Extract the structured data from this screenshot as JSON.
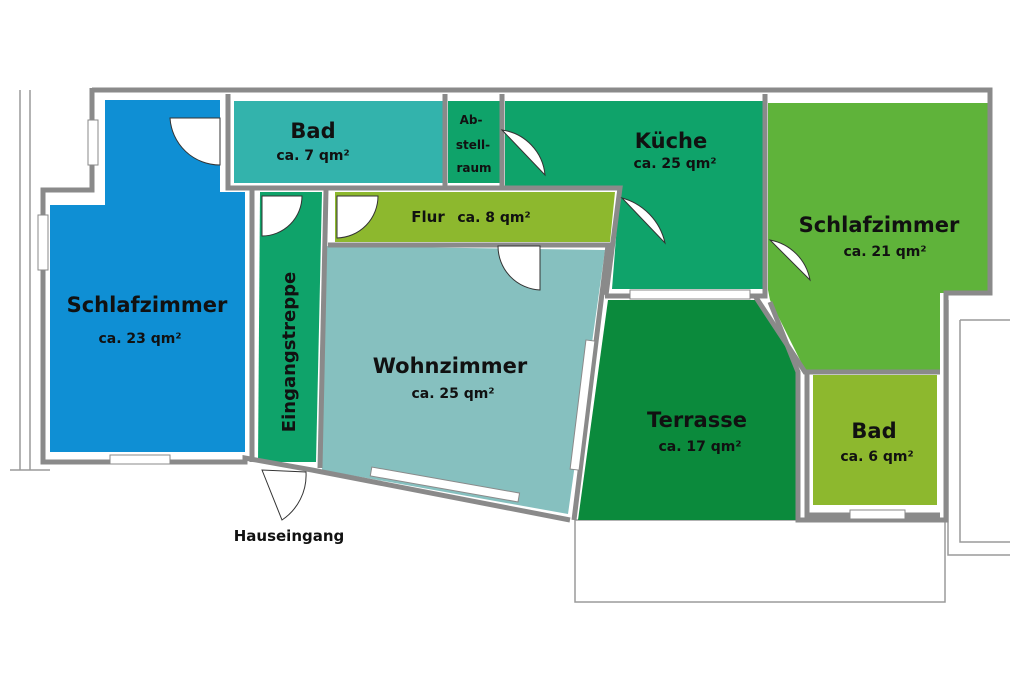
{
  "colors": {
    "blue": "#0f8fd4",
    "teal_light": "#33b3ac",
    "green_mid": "#0fa36a",
    "green_bright": "#5fb33a",
    "lime": "#8db82e",
    "aqua": "#86c0bf",
    "green_dark": "#0b8a3c"
  },
  "rooms": {
    "schlafzimmer_left": {
      "name": "Schlafzimmer",
      "area": "ca. 23 qm²"
    },
    "bad_top": {
      "name": "Bad",
      "area": "ca. 7 qm²"
    },
    "abstellraum": {
      "line1": "Ab-",
      "line2": "stell-",
      "line3": "raum"
    },
    "kueche": {
      "name": "Küche",
      "area": "ca. 25 qm²"
    },
    "schlafzimmer_right": {
      "name": "Schlafzimmer",
      "area": "ca. 21 qm²"
    },
    "flur": {
      "name": "Flur",
      "area": "ca. 8 qm²"
    },
    "eingangstreppe": {
      "name": "Eingangstreppe"
    },
    "wohnzimmer": {
      "name": "Wohnzimmer",
      "area": "ca. 25 qm²"
    },
    "terrasse": {
      "name": "Terrasse",
      "area": "ca. 17 qm²"
    },
    "bad_right": {
      "name": "Bad",
      "area": "ca. 6 qm²"
    }
  },
  "hauseingang": "Hauseingang"
}
